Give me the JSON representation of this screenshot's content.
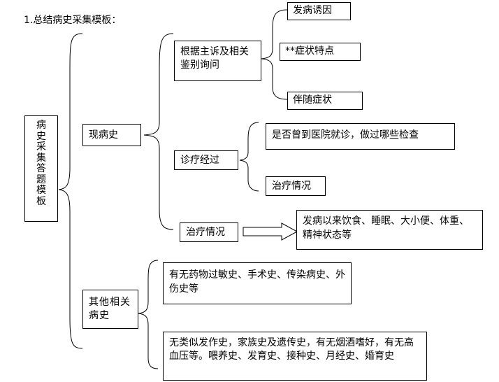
{
  "title": "1.总结病史采集模板：",
  "root": "病史采集答题模板",
  "branches": {
    "present_history": {
      "label": "现病史",
      "ask_by_complaint": {
        "label": "根据主诉及相关鉴别询问",
        "items": [
          "发病诱因",
          "**症状特点",
          "伴随症状"
        ]
      },
      "diagnosis_treatment": {
        "label": "诊疗经过",
        "items": [
          "是否曾到医院就诊，做过哪些检查",
          "治疗情况"
        ]
      },
      "treatment_status": {
        "label": "治疗情况",
        "result": "发病以来饮食、睡眠、大小便、体重、精神状态等"
      }
    },
    "other_history": {
      "label": "其他相关病史",
      "items": [
        "有无药物过敏史、手术史、传染病史、外伤史等",
        "无类似发作史，家族史及遗传史，有无烟酒嗜好，有无高血压等。喂养史、发育史、接种史、月经史、婚育史"
      ]
    }
  }
}
